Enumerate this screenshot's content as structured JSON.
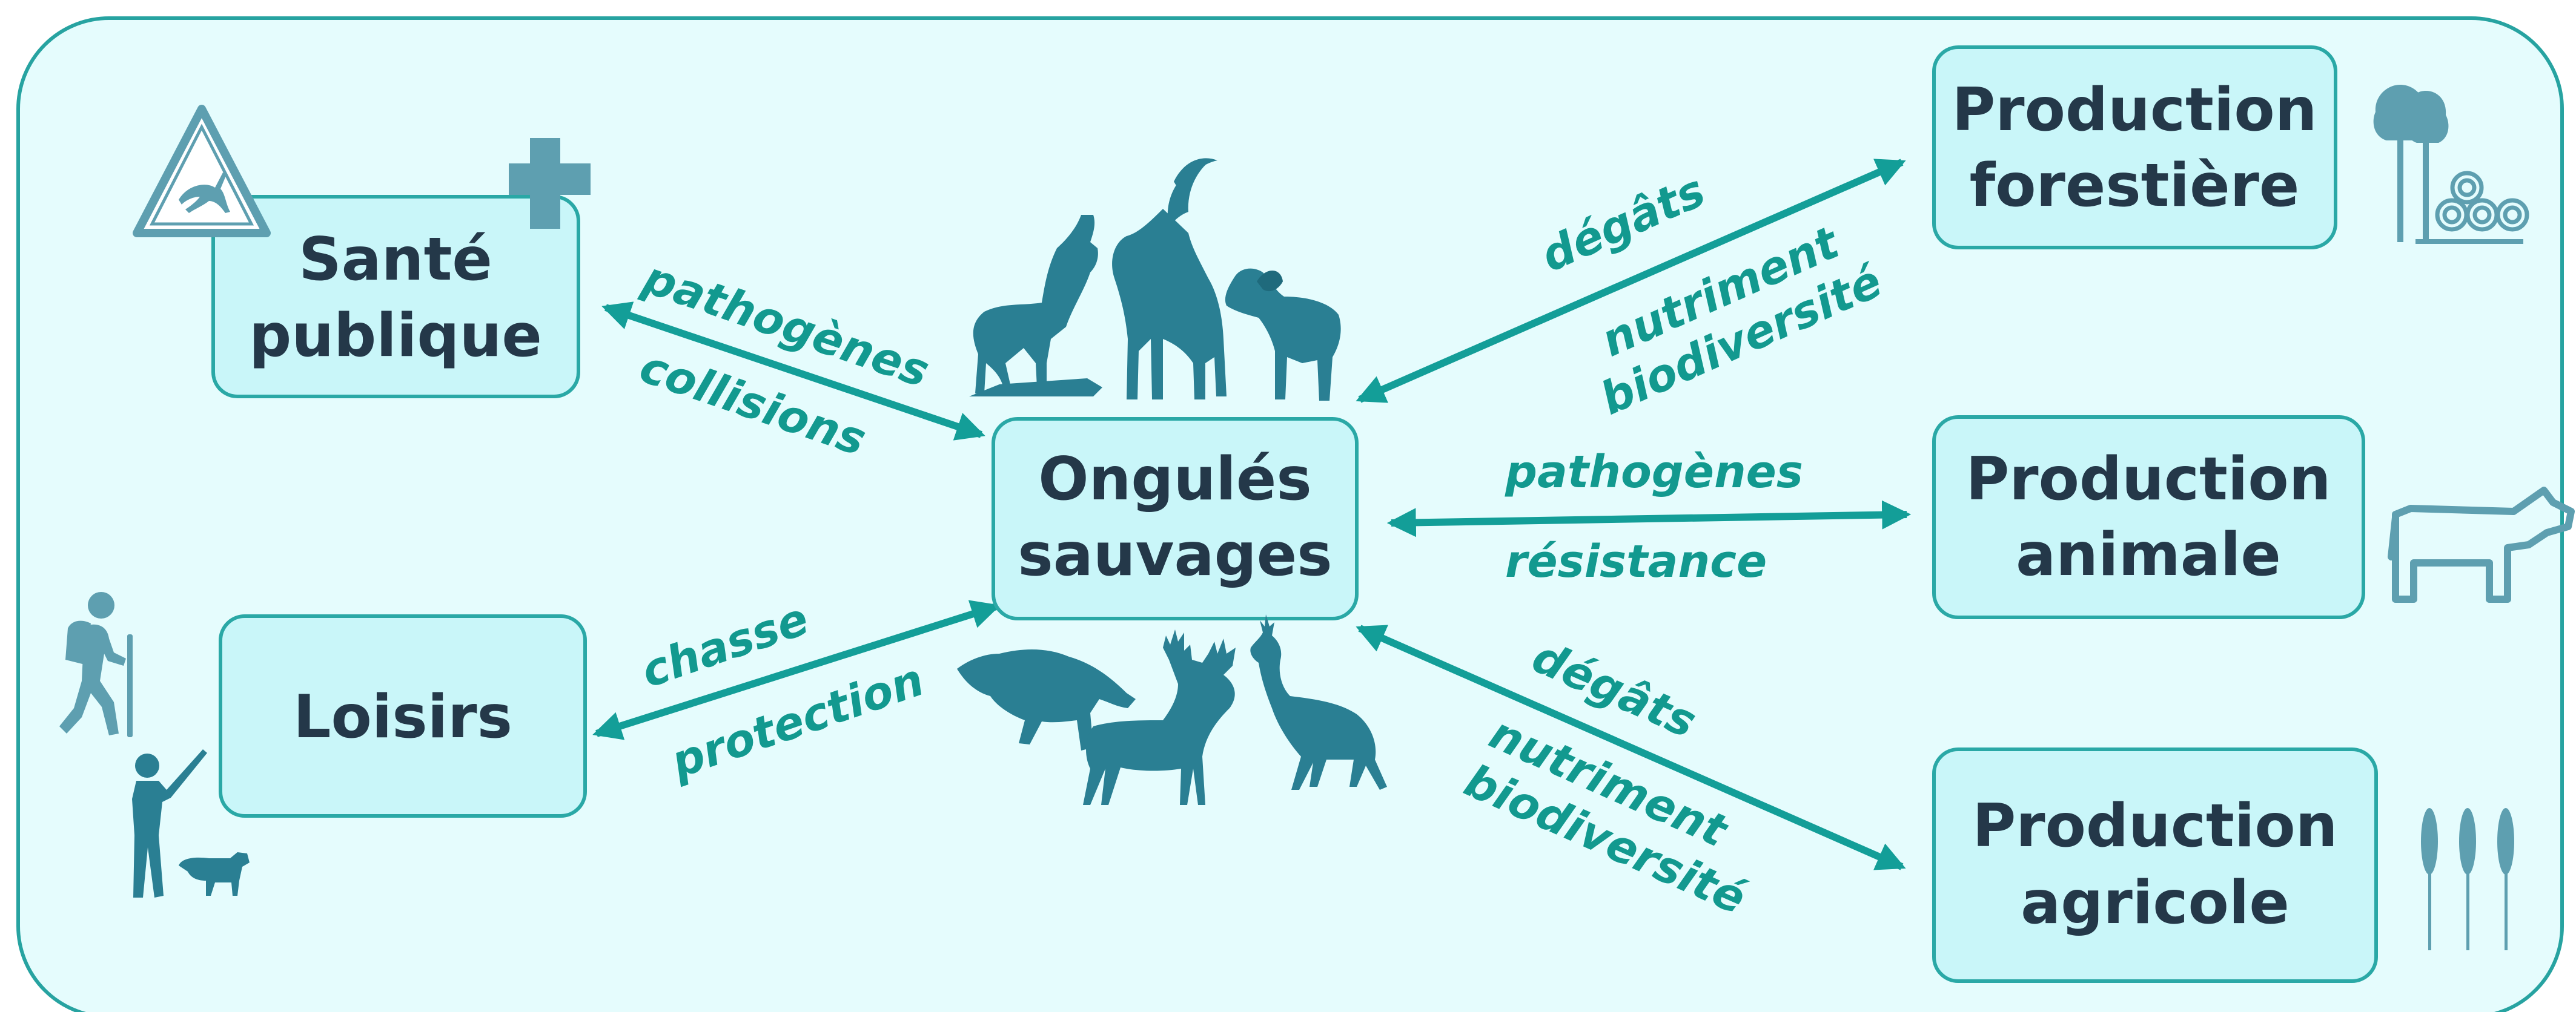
{
  "colors": {
    "frame_fill": "#e5fcfd",
    "frame_stroke": "#27a3a1",
    "box_fill": "#c9f6f9",
    "box_stroke": "#2aa8a6",
    "box_text": "#243849",
    "edge_text": "#12998f",
    "arrow": "#139e98",
    "icon": "#2a7f93",
    "icon_light": "#5e9fb0"
  },
  "nodes": {
    "center": {
      "line1": "Ongulés",
      "line2": "sauvages"
    },
    "sante": {
      "line1": "Santé",
      "line2": "publique"
    },
    "loisirs": {
      "line1": "Loisirs"
    },
    "forest": {
      "line1": "Production",
      "line2": "forestière"
    },
    "animal": {
      "line1": "Production",
      "line2": "animale"
    },
    "agri": {
      "line1": "Production",
      "line2": "agricole"
    }
  },
  "edges": {
    "sante": {
      "label1": "pathogènes",
      "label2": "collisions"
    },
    "loisirs": {
      "label1": "chasse",
      "label2": "protection"
    },
    "forest": {
      "label1": "dégâts",
      "label2": "nutriment",
      "label3": "biodiversité"
    },
    "animal": {
      "label1": "pathogènes",
      "label2": "résistance"
    },
    "agri": {
      "label1": "dégâts",
      "label2": "nutriment",
      "label3": "biodiversité"
    }
  },
  "icons": {
    "warning": "deer-crossing-warning-sign-icon",
    "health": "medical-cross-icon",
    "hiker": "hiker-icon",
    "hunter": "hunter-with-dog-icon",
    "trees": "trees-and-logs-icon",
    "cow": "cow-icon",
    "wheat": "wheat-icon",
    "chamois": "chamois-icon",
    "ibex": "ibex-icon",
    "mouflon": "mouflon-icon",
    "boar": "wild-boar-icon",
    "stag": "red-deer-stag-icon",
    "roe": "roe-deer-icon"
  }
}
